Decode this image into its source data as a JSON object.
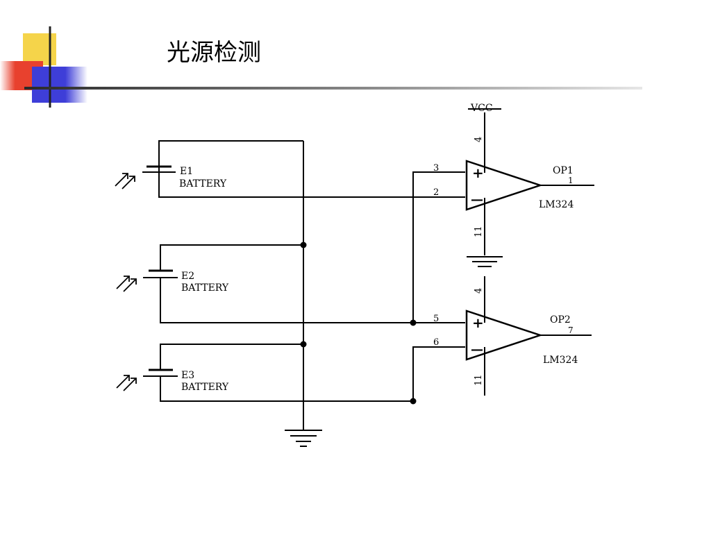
{
  "slide": {
    "title": "光源检测",
    "accent_colors": {
      "yellow": "#F5D44A",
      "red": "#E8412E",
      "blue": "#3E3ED8",
      "rule": "#4A4A4A"
    }
  },
  "circuit": {
    "supply": {
      "vcc": "VCC",
      "ground": "ground-icon"
    },
    "batteries": [
      {
        "ref": "E1",
        "type": "BATTERY"
      },
      {
        "ref": "E2",
        "type": "BATTERY"
      },
      {
        "ref": "E3",
        "type": "BATTERY"
      }
    ],
    "opamps": [
      {
        "name": "OP1",
        "output_pin": "1",
        "part": "LM324",
        "pin_noninv": "3",
        "pin_inv": "2",
        "pin_vplus": "4",
        "pin_vminus": "11",
        "plus_sign": "+",
        "minus_sign": "—"
      },
      {
        "name": "OP2",
        "output_pin": "7",
        "part": "LM324",
        "pin_noninv": "5",
        "pin_inv": "6",
        "pin_vplus": "4",
        "pin_vminus": "11",
        "plus_sign": "+",
        "minus_sign": "—"
      }
    ]
  }
}
